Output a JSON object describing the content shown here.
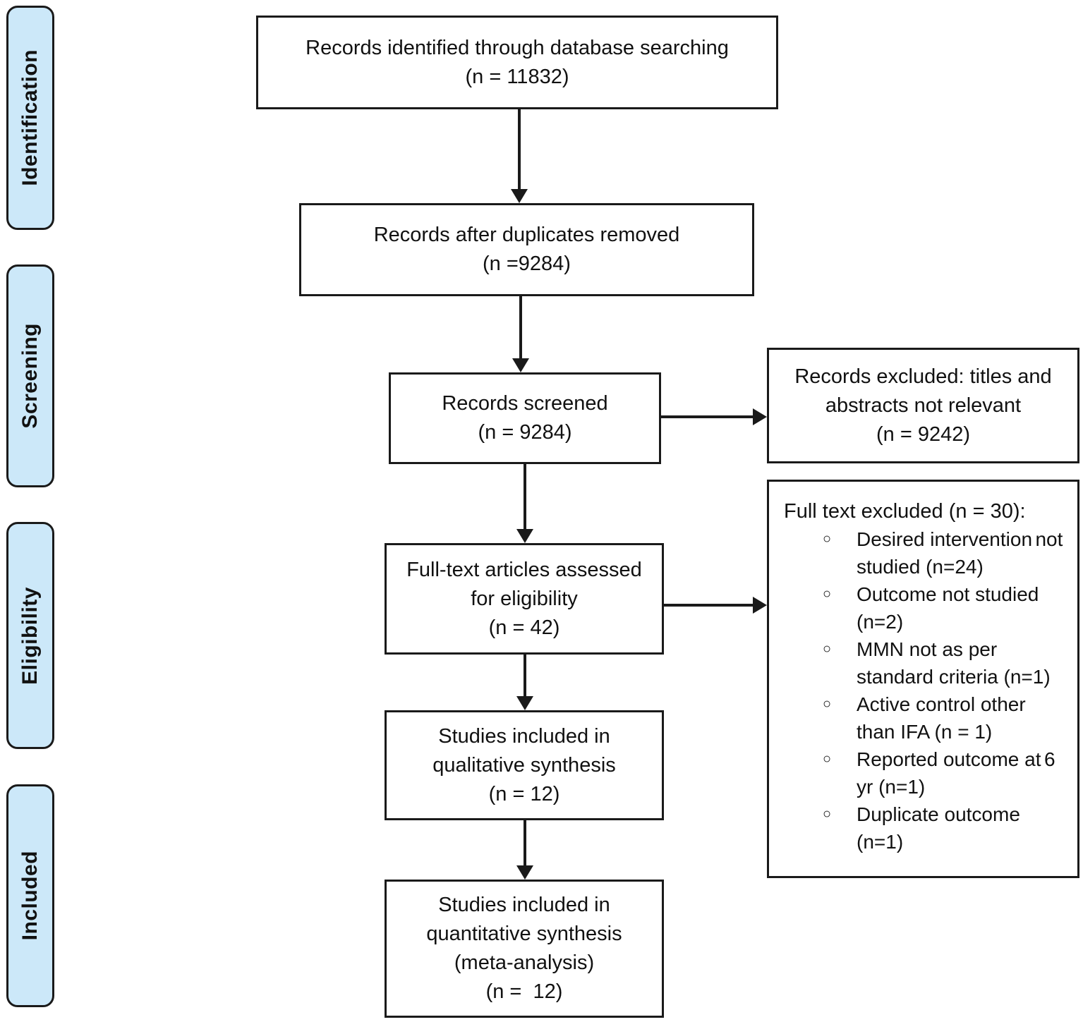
{
  "diagram": {
    "stage_labels": [
      {
        "label": "Identification"
      },
      {
        "label": "Screening"
      },
      {
        "label": "Eligibility"
      },
      {
        "label": "Included"
      }
    ],
    "flow_boxes": [
      {
        "lines": [
          "Records identified through database searching",
          "(n = 11832)"
        ]
      },
      {
        "lines": [
          "Records after duplicates removed",
          "(n =9284)"
        ]
      },
      {
        "lines": [
          "Records screened",
          "(n = 9284)"
        ]
      },
      {
        "lines": [
          "Full-text articles assessed",
          "for eligibility",
          "(n = 42)"
        ]
      },
      {
        "lines": [
          "Studies included in",
          "qualitative synthesis",
          "(n = 12)"
        ]
      },
      {
        "lines": [
          "Studies included in",
          "quantitative synthesis",
          "(meta-analysis)",
          "(n =  12)"
        ]
      }
    ],
    "exclusion_boxes": {
      "records_excluded": {
        "lines": [
          "Records excluded: titles and",
          "abstracts not relevant",
          "(n = 9242)"
        ]
      },
      "fulltext_excluded": {
        "title": "Full text excluded (n = 30):",
        "bullet_icon": "○",
        "items": [
          {
            "lines": [
              "Desired intervention",
              "not studied (n=24)"
            ]
          },
          {
            "lines": [
              "Outcome not studied",
              "(n=2)"
            ]
          },
          {
            "lines": [
              "MMN not as per",
              "standard criteria (n=1)"
            ]
          },
          {
            "lines": [
              "Active control other",
              "than IFA (n = 1)"
            ]
          },
          {
            "lines": [
              "Reported outcome at",
              "6 yr (n=1)"
            ]
          },
          {
            "lines": [
              "Duplicate outcome",
              "(n=1)"
            ]
          }
        ]
      }
    },
    "colors": {
      "stage_label_fill": "#cce8f9",
      "line": "#1a1a1a",
      "box_fill": "#ffffff",
      "text": "#111111"
    }
  }
}
